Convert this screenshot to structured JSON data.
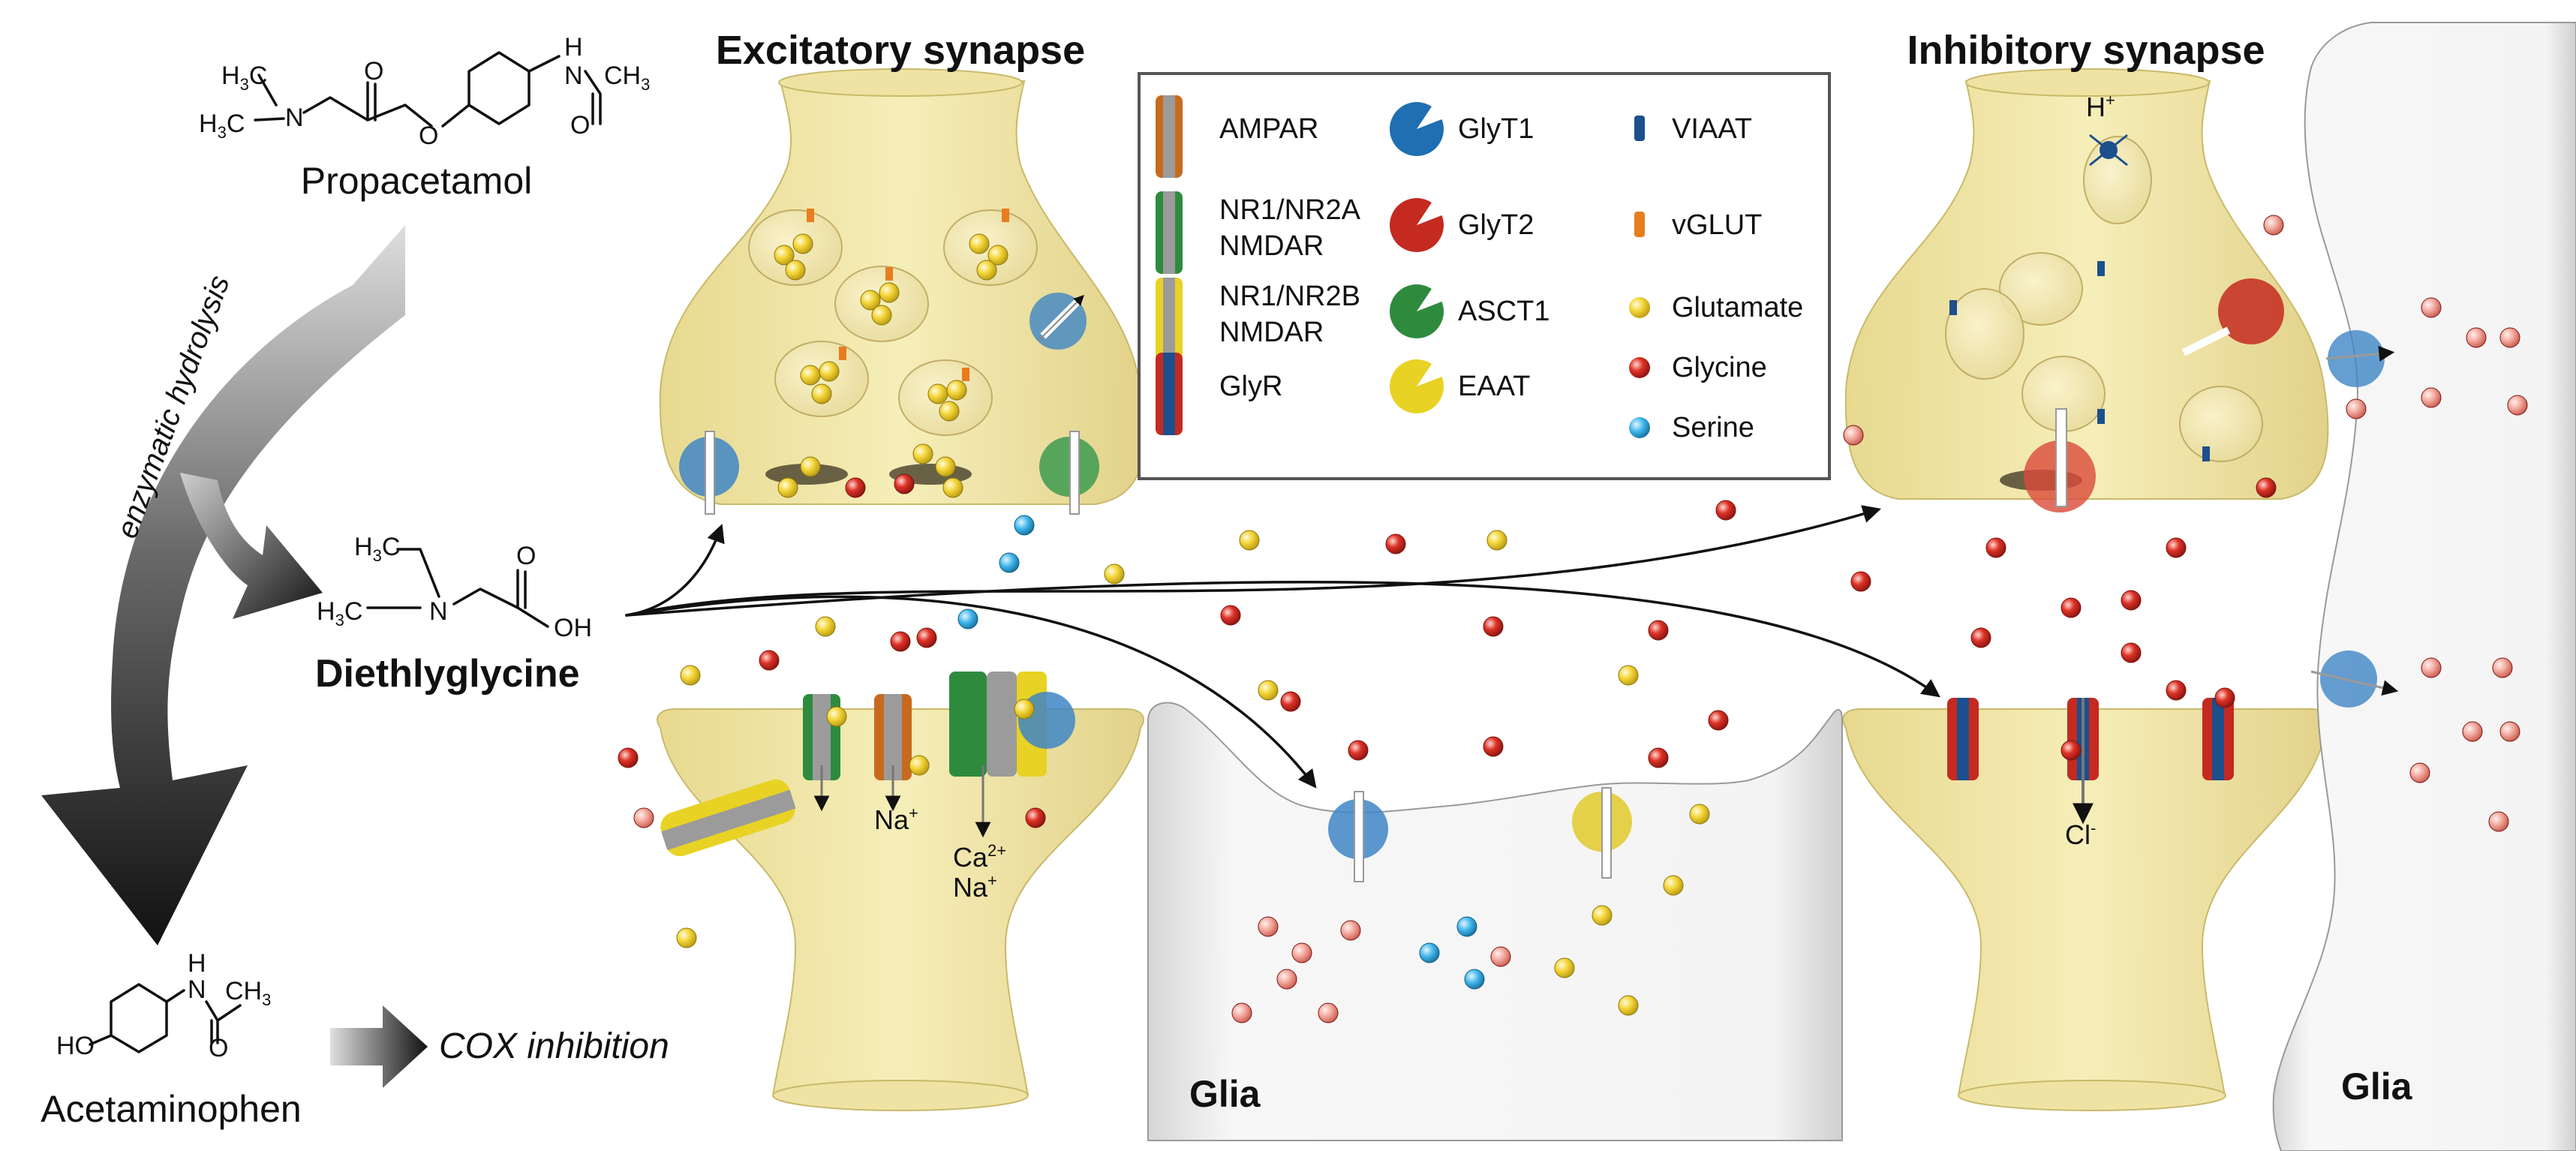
{
  "titles": {
    "excitatory": "Excitatory synapse",
    "inhibitory": "Inhibitory synapse",
    "glia_center": "Glia",
    "glia_right": "Glia"
  },
  "compounds": {
    "propacetamol": "Propacetamol",
    "diethylglycine": "Diethlyglycine",
    "acetaminophen": "Acetaminophen"
  },
  "process": {
    "hydrolysis": "enzymatic hydrolysis",
    "cox": "COX inhibition"
  },
  "chem_labels": {
    "h3c": "H",
    "h3c_sub": "3",
    "c": "C",
    "ch3": "CH",
    "ch3_sub": "3",
    "n": "N",
    "o": "O",
    "oh": "OH",
    "ho": "HO",
    "h": "H"
  },
  "ions": {
    "na": "Na",
    "na_sup": "+",
    "ca": "Ca",
    "ca_sup": "2+",
    "cl": "Cl",
    "cl_sup": "-",
    "h": "H",
    "h_sup": "+"
  },
  "legend": [
    {
      "key": "ampar",
      "label": "AMPAR",
      "icon": "receptor-cylinder",
      "colors": [
        "#c86a1e",
        "#9b9b9b"
      ]
    },
    {
      "key": "glyt1",
      "label": "GlyT1",
      "icon": "transporter",
      "colors": [
        "#1f6fb2"
      ]
    },
    {
      "key": "viaat",
      "label": "VIAAT",
      "icon": "vesicle-transporter",
      "colors": [
        "#1d4f8c"
      ]
    },
    {
      "key": "nr2a",
      "label": "NR1/NR2A",
      "label2": "NMDAR",
      "icon": "receptor-cylinder",
      "colors": [
        "#2e8b3e",
        "#9b9b9b"
      ]
    },
    {
      "key": "glyt2",
      "label": "GlyT2",
      "icon": "transporter",
      "colors": [
        "#c42a20"
      ]
    },
    {
      "key": "vglut",
      "label": "vGLUT",
      "icon": "vesicle-transporter",
      "colors": [
        "#e87d1e"
      ]
    },
    {
      "key": "nr2b",
      "label": "NR1/NR2B",
      "label2": "NMDAR",
      "icon": "receptor-cylinder",
      "colors": [
        "#e8d224",
        "#9b9b9b"
      ]
    },
    {
      "key": "asct1",
      "label": "ASCT1",
      "icon": "transporter",
      "colors": [
        "#2e8b3e"
      ]
    },
    {
      "key": "glutamate",
      "label": "Glutamate",
      "icon": "sphere",
      "colors": [
        "#f2d233"
      ]
    },
    {
      "key": "glycine",
      "label": "Glycine",
      "icon": "sphere",
      "colors": [
        "#d8261c"
      ]
    },
    {
      "key": "glyr",
      "label": "GlyR",
      "icon": "receptor-cylinder",
      "colors": [
        "#c42a20",
        "#1d4f8c"
      ]
    },
    {
      "key": "eaat",
      "label": "EAAT",
      "icon": "transporter",
      "colors": [
        "#e8d224"
      ]
    },
    {
      "key": "serine",
      "label": "Serine",
      "icon": "sphere",
      "colors": [
        "#2aa6e0"
      ]
    }
  ],
  "colors": {
    "terminal": "#f3e7a6",
    "glia": "#f0f0f0",
    "glutamate": "#f2d233",
    "glycine": "#d8261c",
    "serine": "#2aa6e0"
  }
}
